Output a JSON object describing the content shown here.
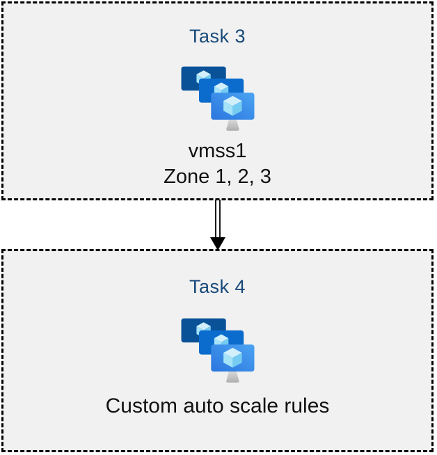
{
  "diagram": {
    "boxes": [
      {
        "title": "Task 3",
        "icon": "vmss-icon",
        "lines": [
          "vmss1",
          "Zone 1, 2, 3"
        ]
      },
      {
        "title": "Task 4",
        "icon": "vmss-icon",
        "lines": [
          "Custom auto scale rules"
        ]
      }
    ],
    "connector": {
      "type": "double-line-arrow",
      "direction": "down"
    },
    "colors": {
      "title_text": "#17497A",
      "body_text": "#111111",
      "box_background": "#F1F1F1",
      "box_border": "#000000",
      "arrow": "#000000",
      "monitor_back": "#0A5298",
      "monitor_middle": "#0C6CCD",
      "monitor_front_start": "#2B76DE",
      "monitor_front_end": "#4BA4F2",
      "cube_top": "#D2F0FC",
      "cube_left": "#A5E3F9",
      "cube_right": "#76CBF1",
      "stand_light": "#DCDCDC",
      "stand_dark": "#AFAFAF"
    }
  }
}
